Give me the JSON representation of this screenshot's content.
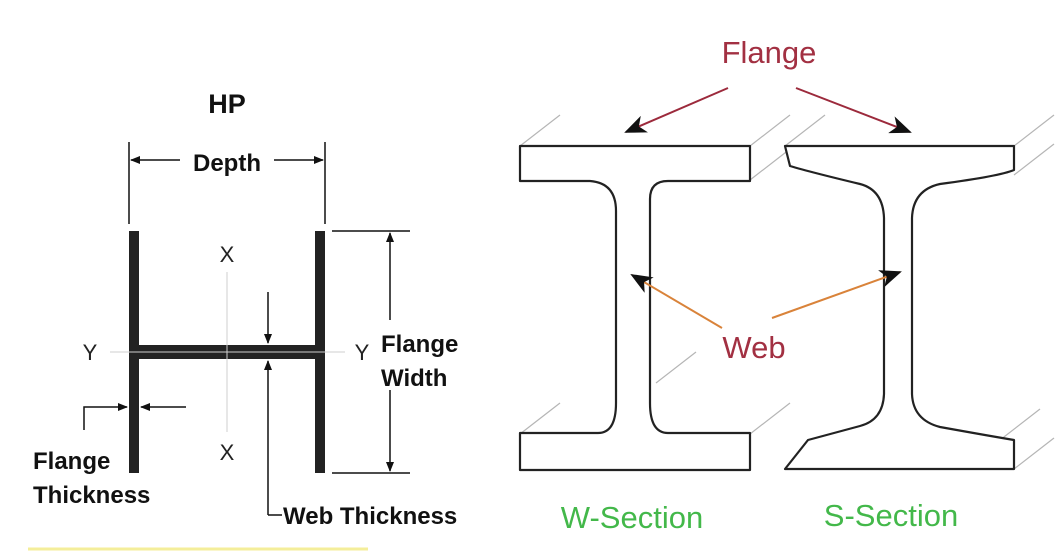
{
  "hp": {
    "title": "HP",
    "depth": "Depth",
    "flange_width_line1": "Flange",
    "flange_width_line2": "Width",
    "flange_thickness_line1": "Flange",
    "flange_thickness_line2": "Thickness",
    "web_thickness": "Web Thickness",
    "axis_x_top": "X",
    "axis_x_bottom": "X",
    "axis_y_left": "Y",
    "axis_y_right": "Y"
  },
  "sections": {
    "flange_label": "Flange",
    "web_label": "Web",
    "w_section": "W-Section",
    "s_section": "S-Section"
  },
  "colors": {
    "label_red": "#a23042",
    "label_green": "#43b84a",
    "arrow_flange": "#9c2a3c",
    "arrow_web": "#d9833a",
    "steel_fill": "#222222"
  }
}
